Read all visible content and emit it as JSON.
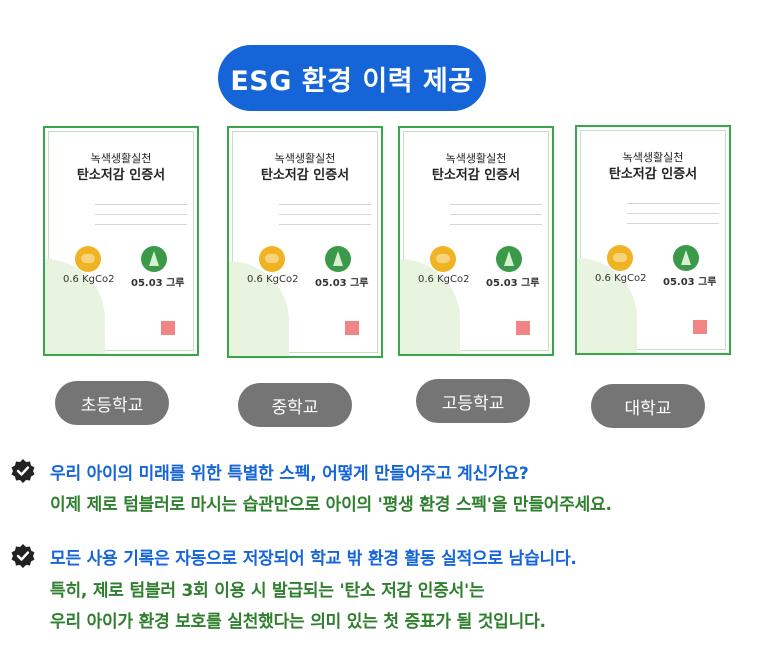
{
  "title": "ESG 환경 이력 제공",
  "certificates": [
    {
      "heading1": "녹색생활실천",
      "heading2": "탄소저감 인증서",
      "value_co2": "0.6 KgCo2",
      "value_tree": "05.03 그루",
      "label": "초등학교"
    },
    {
      "heading1": "녹색생활실천",
      "heading2": "탄소저감 인증서",
      "value_co2": "0.6 KgCo2",
      "value_tree": "05.03 그루",
      "label": "중학교"
    },
    {
      "heading1": "녹색생활실천",
      "heading2": "탄소저감 인증서",
      "value_co2": "0.6 KgCo2",
      "value_tree": "05.03 그루",
      "label": "고등학교"
    },
    {
      "heading1": "녹색생활실천",
      "heading2": "탄소저감 인증서",
      "value_co2": "0.6 KgCo2",
      "value_tree": "05.03 그루",
      "label": "대학교"
    }
  ],
  "paragraph1": {
    "line1": "우리 아이의 미래를 위한 특별한 스펙, 어떻게 만들어주고 계신가요?",
    "line2": "이제 제로 텀블러로 마시는 습관만으로 아이의 '평생 환경 스펙'을 만들어주세요."
  },
  "paragraph2": {
    "line1": "모든 사용 기록은 자동으로 저장되어 학교 밖 환경 활동 실적으로 남습니다.",
    "line2": "특히, 제로 텀블러 3회 이용 시 발급되는 '탄소 저감 인증서'는",
    "line3": "우리 아이가 환경 보호를 실천했다는 의미 있는 첫 증표가 될 것입니다."
  },
  "colors": {
    "accent_blue": "#1565d8",
    "accent_green": "#2f7f2f",
    "label_gray": "#757575",
    "cert_border": "#3aa64a"
  },
  "icons": [
    "check-badge-icon",
    "cloud-co2-icon",
    "tree-icon"
  ]
}
